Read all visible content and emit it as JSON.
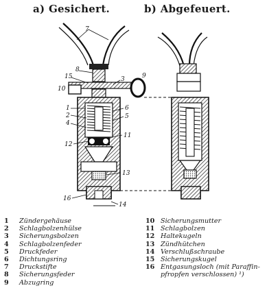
{
  "titles": {
    "a": "a) Gesichert.",
    "b": "b) Abgefeuert."
  },
  "callouts": [
    "7",
    "8",
    "15",
    "9",
    "10",
    "3",
    "1",
    "6",
    "2",
    "5",
    "4",
    "11",
    "12",
    "13",
    "16",
    "14"
  ],
  "legend": {
    "left": [
      {
        "num": "1",
        "text": "Zündergehäuse"
      },
      {
        "num": "2",
        "text": "Schlagbolzenhülse"
      },
      {
        "num": "3",
        "text": "Sicherungsbolzen"
      },
      {
        "num": "4",
        "text": "Schlagbolzenfeder"
      },
      {
        "num": "5",
        "text": "Druckfeder"
      },
      {
        "num": "6",
        "text": "Dichtungsring"
      },
      {
        "num": "7",
        "text": "Druckstifte"
      },
      {
        "num": "8",
        "text": "Sicherungsfeder"
      },
      {
        "num": "9",
        "text": "Abzugring"
      }
    ],
    "right": [
      {
        "num": "10",
        "text": "Sicherungsmutter"
      },
      {
        "num": "11",
        "text": "Schlagbolzen"
      },
      {
        "num": "12",
        "text": "Haltekugeln"
      },
      {
        "num": "13",
        "text": "Zündhütchen"
      },
      {
        "num": "14",
        "text": "Verschlußschraube"
      },
      {
        "num": "15",
        "text": "Sicherungskugel"
      },
      {
        "num": "16",
        "text": "Entgasungsloch (mit Paraffin-"
      }
    ],
    "right_cont": "pfropfen verschlossen) ¹)"
  }
}
